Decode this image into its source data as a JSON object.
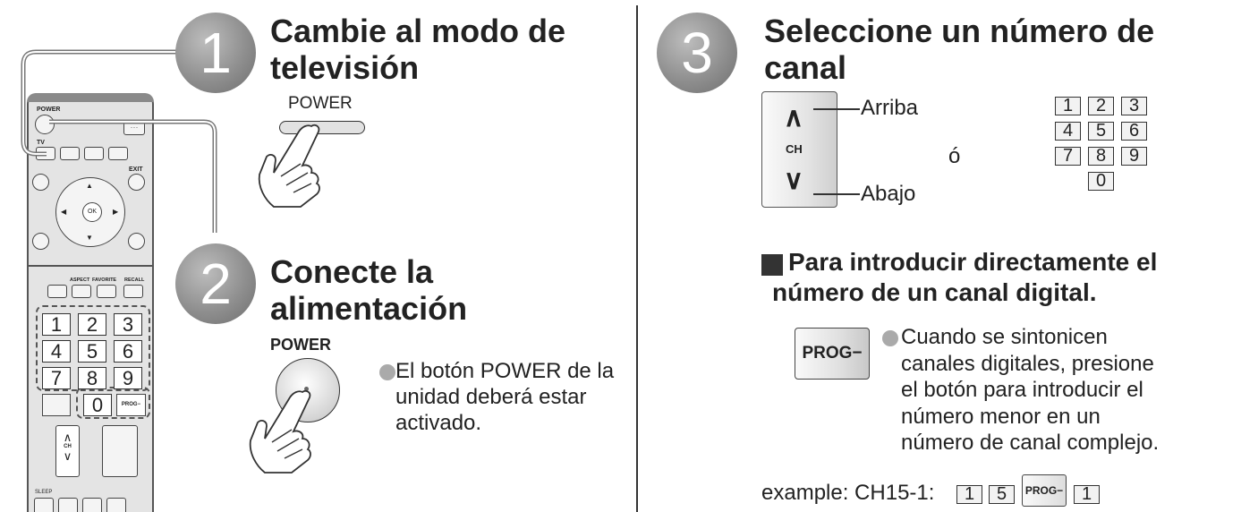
{
  "step1": {
    "number": "1",
    "title": "Cambie al modo de televisión",
    "power_label": "POWER"
  },
  "step2": {
    "number": "2",
    "title": "Conecte la alimentación",
    "power_label": "POWER",
    "note": "El botón POWER de la unidad deberá estar activado."
  },
  "step3": {
    "number": "3",
    "title": "Seleccione un número de canal",
    "ch_label": "CH",
    "up_label": "Arriba",
    "down_label": "Abajo",
    "or_text": "ó",
    "keypad": [
      "1",
      "2",
      "3",
      "4",
      "5",
      "6",
      "7",
      "8",
      "9",
      "0"
    ]
  },
  "section": {
    "title": "Para introducir directamente el número de un canal digital.",
    "prog_label": "PROG−",
    "note": "Cuando se sintonicen canales digitales, presione el botón para introducir el número menor en un número de canal complejo.",
    "example_prefix": "example: CH15-1:",
    "example_keys": [
      "1",
      "5",
      "PROG−",
      "1"
    ]
  },
  "remote": {
    "power": "POWER",
    "tv": "TV",
    "exit": "EXIT",
    "ok": "OK",
    "aspect": "ASPECT",
    "favorite": "FAVORITE",
    "recall": "RECALL",
    "keys": [
      "1",
      "2",
      "3",
      "4",
      "5",
      "6",
      "7",
      "8",
      "9",
      "0"
    ],
    "prog": "PROG−",
    "ch": "CH",
    "sleep": "SLEEP",
    "dots": "···"
  }
}
